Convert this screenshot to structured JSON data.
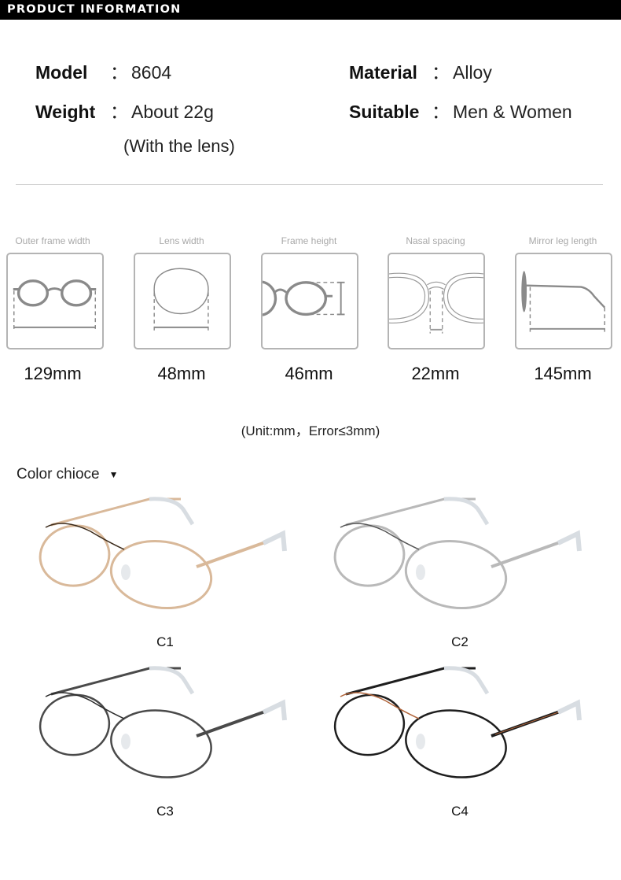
{
  "header": {
    "title": "PRODUCT INFORMATION"
  },
  "specs": {
    "model": {
      "label": "Model",
      "value": "8604"
    },
    "weight": {
      "label": "Weight",
      "value": "About 22g",
      "note": "(With the lens)"
    },
    "material": {
      "label": "Material",
      "value": "Alloy"
    },
    "suitable": {
      "label": "Suitable",
      "value": "Men & Women"
    },
    "separator": "："
  },
  "measurements": [
    {
      "caption": "Outer frame width",
      "value": "129mm",
      "icon": "outer-frame-width-diagram"
    },
    {
      "caption": "Lens width",
      "value": "48mm",
      "icon": "lens-width-diagram"
    },
    {
      "caption": "Frame height",
      "value": "46mm",
      "icon": "frame-height-diagram"
    },
    {
      "caption": "Nasal spacing",
      "value": "22mm",
      "icon": "nasal-spacing-diagram"
    },
    {
      "caption": "Mirror leg length",
      "value": "145mm",
      "icon": "mirror-leg-length-diagram"
    }
  ],
  "unit_note": "(Unit:mm，Error≤3mm)",
  "color_choice": {
    "label": "Color chioce",
    "arrow": "▼"
  },
  "variants": [
    {
      "code": "C1",
      "frame_color": "#d9b99a",
      "accent_color": "#3a2a1a",
      "description": "gold"
    },
    {
      "code": "C2",
      "frame_color": "#b9b9b9",
      "accent_color": "#555555",
      "description": "silver"
    },
    {
      "code": "C3",
      "frame_color": "#4a4a4a",
      "accent_color": "#2a2a2a",
      "description": "gunmetal"
    },
    {
      "code": "C4",
      "frame_color": "#1e1e1e",
      "accent_color": "#b0643a",
      "description": "black with copper"
    }
  ],
  "colors": {
    "header_bg": "#000000",
    "icon_stroke": "#8a8a8a",
    "box_border": "#b4b4b4",
    "caption": "#a8a8a8"
  }
}
